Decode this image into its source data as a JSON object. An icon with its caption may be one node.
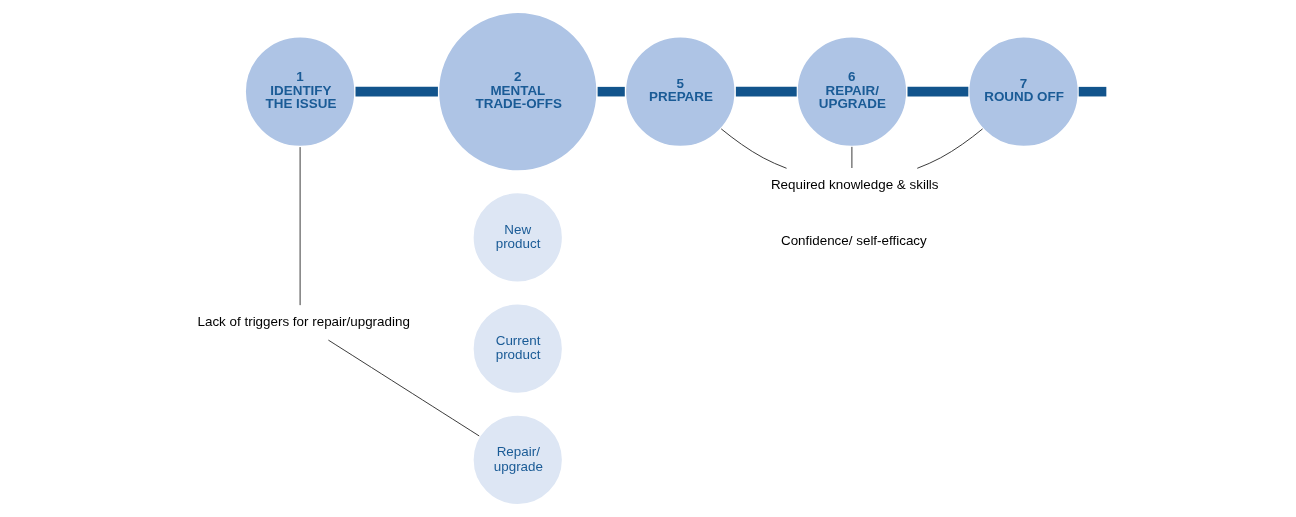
{
  "diagram": {
    "nodes": [
      {
        "text": [
          "1",
          "IDENTIFY THE ISSUE"
        ]
      },
      {
        "text": [
          "2",
          "MENTAL TRADE-OFFS"
        ]
      },
      {
        "text": [
          "Current product"
        ]
      },
      {
        "text": [
          "New product"
        ]
      },
      {
        "text": [
          "Repair/ upgrade"
        ]
      },
      {
        "text": [
          "5",
          "PREPARE"
        ]
      },
      {
        "text": [
          "6",
          "REPAIR/ UPGRADE"
        ]
      },
      {
        "text": [
          "7",
          "ROUND OFF"
        ]
      },
      {
        "text": [
          "Lack of triggers for repair/upgrading"
        ]
      },
      {
        "text": [
          "Required knowledge & skills"
        ]
      },
      {
        "text": [
          "Confidence/ self-efficacy"
        ]
      }
    ],
    "edges": [
      {
        "from": 0,
        "to": 1,
        "arrow": "none",
        "style": "thick"
      },
      {
        "from": 1,
        "to": 5,
        "arrow": "none",
        "style": "thick"
      },
      {
        "from": 5,
        "to": 6,
        "arrow": "none",
        "style": "thick"
      },
      {
        "from": 6,
        "to": 7,
        "arrow": "none",
        "style": "thick"
      },
      {
        "from": 7,
        "to": null,
        "arrow": "none",
        "style": "thick"
      },
      {
        "from": 0,
        "to": 8,
        "arrow": "none"
      },
      {
        "from": 4,
        "to": 8,
        "arrow": "none"
      },
      {
        "from": 5,
        "to": 9,
        "arrow": "none"
      },
      {
        "from": 6,
        "to": 9,
        "arrow": "none"
      },
      {
        "from": 7,
        "to": 9,
        "arrow": "none"
      }
    ]
  }
}
